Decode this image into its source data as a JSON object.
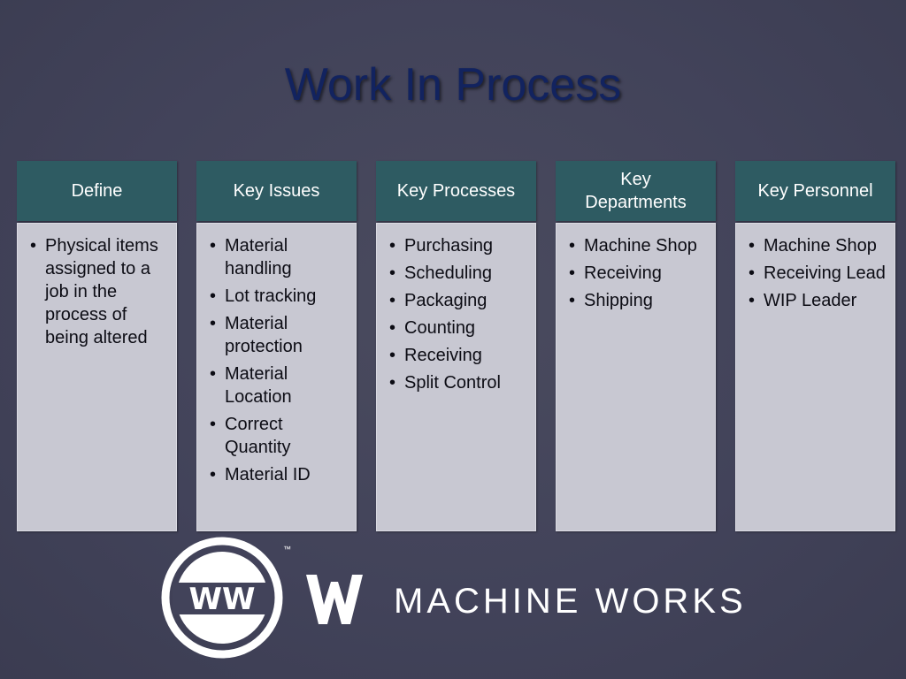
{
  "slide": {
    "title": "Work In Process"
  },
  "columns": [
    {
      "header": "Define",
      "items": [
        "Physical items assigned to a job in the process of being altered"
      ]
    },
    {
      "header": "Key Issues",
      "items": [
        "Material handling",
        "Lot tracking",
        "Material protection",
        "Material Location",
        "Correct Quantity",
        "Material ID"
      ]
    },
    {
      "header": "Key Processes",
      "items": [
        "Purchasing",
        "Scheduling",
        "Packaging",
        "Counting",
        "Receiving",
        "Split Control"
      ]
    },
    {
      "header": "Key Departments",
      "items": [
        "Machine Shop",
        "Receiving",
        "Shipping"
      ]
    },
    {
      "header": "Key Personnel",
      "items": [
        "Machine Shop",
        "Receiving Lead",
        "WIP Leader"
      ]
    }
  ],
  "logo": {
    "badge_text": "WW",
    "trademark": "™",
    "wordmark": "MACHINE WORKS"
  },
  "colors": {
    "background": "#42435a",
    "title": "#12235f",
    "header": "#2e5b62",
    "body": "#c8c8d2"
  }
}
